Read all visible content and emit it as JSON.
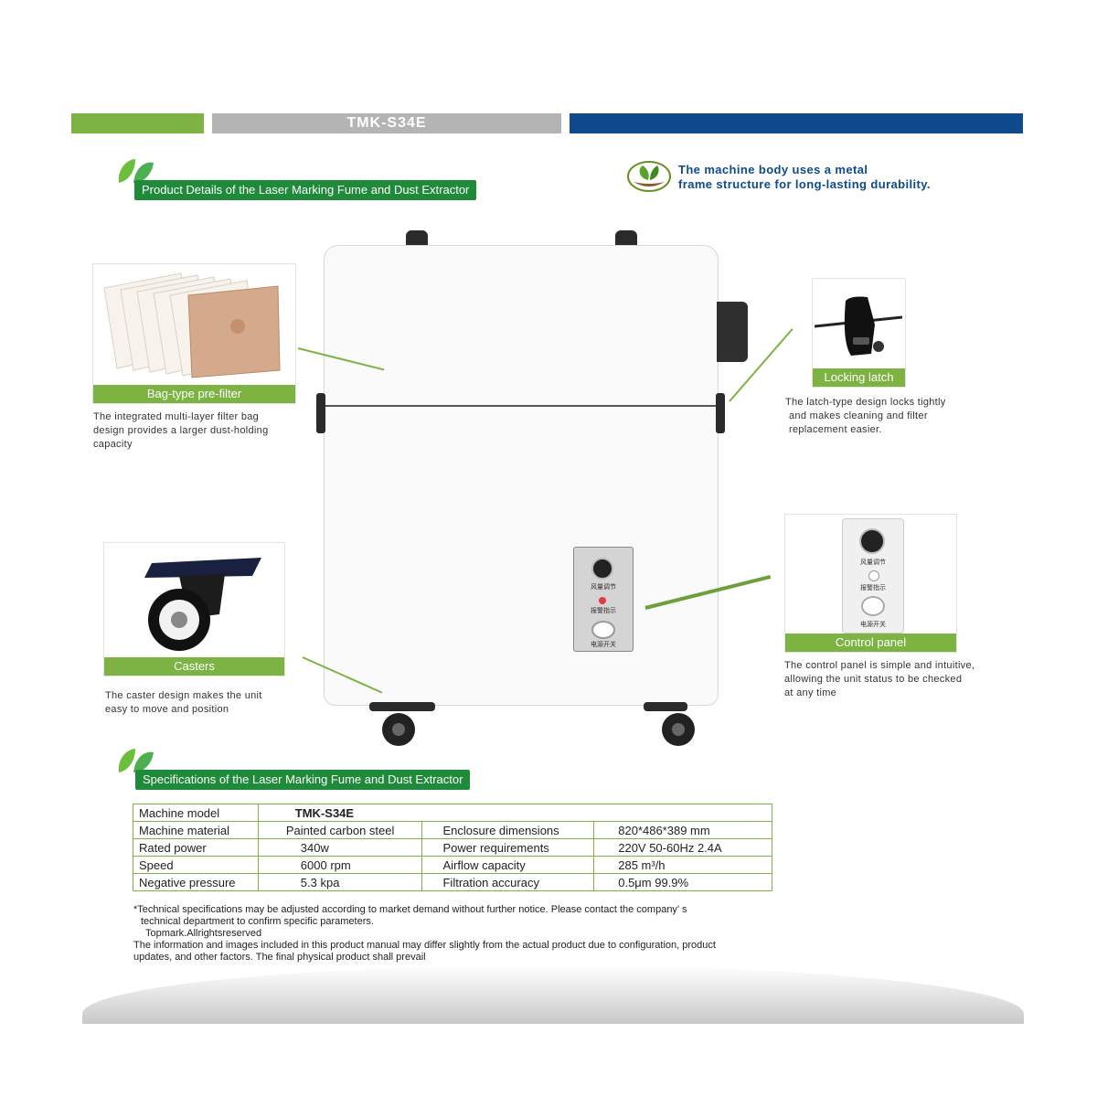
{
  "header": {
    "model_label": "TMK-S34E"
  },
  "colors": {
    "green": "#7cb342",
    "dark_green": "#1e8a3a",
    "grey": "#b4b4b4",
    "blue": "#0e4a8c"
  },
  "details_heading": "Product Details of the Laser Marking Fume and Dust Extractor",
  "metal_frame_note": {
    "line1": "The machine body uses a metal",
    "line2": "frame structure for long-lasting durability."
  },
  "callouts": {
    "bag_filter": {
      "caption": "Bag-type pre-filter",
      "line1": "The integrated multi-layer filter bag",
      "line2": "design provides a larger dust-holding",
      "line3": "capacity"
    },
    "locking_latch": {
      "caption": "Locking latch",
      "line1": "The latch-type design locks tightly",
      "line2": "and makes cleaning and filter",
      "line3": "replacement easier."
    },
    "control_panel": {
      "caption": "Control panel",
      "line1": "The control panel is simple and intuitive,",
      "line2": "allowing the unit status to be checked",
      "line3": "at any time"
    },
    "casters": {
      "caption": "Casters",
      "line1": "The caster design makes the unit",
      "line2": "easy to move and position"
    }
  },
  "panel_labels": {
    "fan": "风量调节",
    "alarm": "报警指示",
    "power": "电源开关"
  },
  "spec_heading": "Specifications of the Laser Marking Fume and Dust Extractor",
  "specs": {
    "model_key": "Machine model",
    "model_val": "TMK-S34E",
    "rows": [
      [
        "Machine material",
        "Painted carbon steel",
        "Enclosure dimensions",
        "820*486*389 mm"
      ],
      [
        "Rated power",
        "340w",
        "Power requirements",
        "220V 50-60Hz  2.4A"
      ],
      [
        "Speed",
        "6000 rpm",
        "Airflow capacity",
        "285 m³/h"
      ],
      [
        "Negative pressure",
        "5.3 kpa",
        "Filtration accuracy",
        "0.5μm  99.9%"
      ]
    ]
  },
  "notes": {
    "line1": "*Technical specifications may be adjusted according to market demand without further notice. Please contact the company’ s",
    "line2": "technical department to confirm specific parameters.",
    "line3": "Topmark.Allrightsreserved",
    "line4": "The information and images included in this product manual may differ slightly from the actual product due to configuration, product",
    "line5": "updates, and other factors. The final physical product shall prevail"
  }
}
